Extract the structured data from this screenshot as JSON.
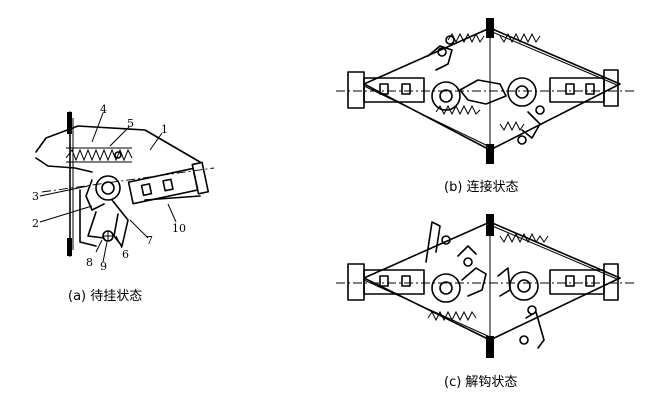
{
  "diagrams": {
    "a": {
      "caption": "(a) 待挂状态",
      "labels": [
        "1",
        "2",
        "3",
        "4",
        "5",
        "6",
        "7",
        "8",
        "9",
        "10"
      ]
    },
    "b": {
      "caption": "(b) 连接状态"
    },
    "c": {
      "caption": "(c) 解钩状态"
    }
  }
}
